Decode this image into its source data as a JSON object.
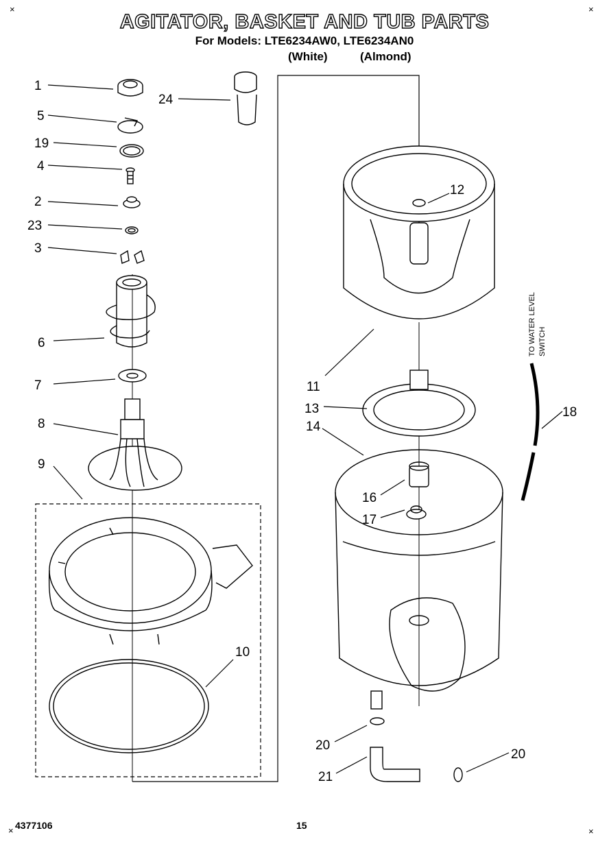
{
  "header": {
    "title": "AGITATOR, BASKET AND TUB PARTS",
    "subtitle": "For Models: LTE6234AW0, LTE6234AN0",
    "variant_white": "(White)",
    "variant_almond": "(Almond)"
  },
  "corner_marks": [
    "×",
    "×",
    "×",
    "×"
  ],
  "side_note": [
    "TO WATER LEVEL",
    "SWITCH"
  ],
  "callouts": [
    "1",
    "5",
    "19",
    "4",
    "2",
    "23",
    "3",
    "6",
    "7",
    "8",
    "9",
    "10",
    "24",
    "12",
    "11",
    "13",
    "14",
    "16",
    "17",
    "18",
    "20",
    "21",
    "20"
  ],
  "footer": {
    "doc_number": "4377106",
    "page_number": "15"
  }
}
